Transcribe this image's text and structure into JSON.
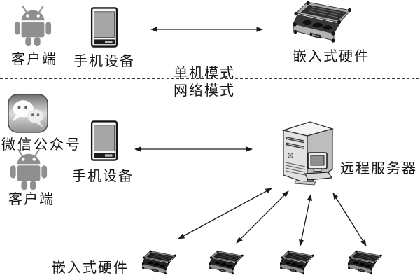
{
  "modes": {
    "standalone_label": "单机模式",
    "network_label": "网络模式"
  },
  "standalone_section": {
    "android_client_label": "客户端",
    "phone_label": "手机设备",
    "embedded_hardware_label": "嵌入式硬件"
  },
  "network_section": {
    "wechat_label": "微信公众号",
    "android_client_label": "客户端",
    "phone_label": "手机设备",
    "server_label": "远程服务器",
    "embedded_hardware_label": "嵌入式硬件",
    "embedded_hardware_count": 4
  },
  "icons": {
    "android": "android-robot-icon",
    "phone": "smartphone-icon",
    "wechat": "wechat-icon",
    "server": "server-tower-icon",
    "hardware_case": "hardware-case-icon"
  },
  "colors": {
    "background": "#ffffff",
    "line": "#1a1a1a",
    "text": "#141414",
    "android_gray": "#8f8f8f",
    "phone_screen": "#a6a6a6",
    "case_body": "#b2b2b2",
    "case_interior": "#323232",
    "server_front": "#e2e2e2",
    "server_side": "#bdbdbd"
  }
}
